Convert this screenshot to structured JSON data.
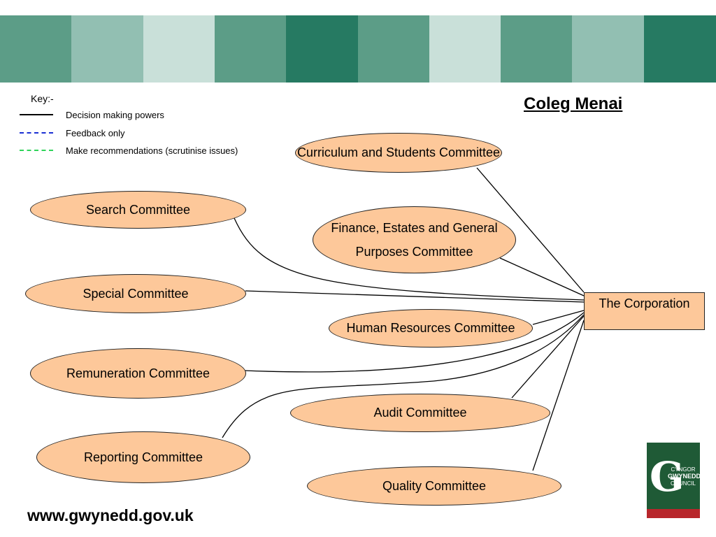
{
  "banner": {
    "colors": [
      "#5c9d87",
      "#92bfb2",
      "#c9e0d9",
      "#5c9d87",
      "#267a62",
      "#5c9d87",
      "#c9e0d9",
      "#5c9d87",
      "#92bfb2",
      "#267a62"
    ]
  },
  "key": {
    "title": "Key:-",
    "items": [
      {
        "label": "Decision making powers",
        "style": "solid",
        "color": "#000000"
      },
      {
        "label": "Feedback only",
        "style": "dashed",
        "color": "#1a2fd4"
      },
      {
        "label": "Make recommendations (scrutinise issues)",
        "style": "dashed",
        "color": "#2fd45a"
      }
    ]
  },
  "title": "Coleg Menai",
  "corporation": "The Corporation",
  "committees": {
    "curriculum": "Curriculum and Students Committee",
    "search": "Search Committee",
    "finance_line1": "Finance, Estates and General",
    "finance_line2": "Purposes Committee",
    "special": "Special Committee",
    "hr": "Human Resources Committee",
    "remuneration": "Remuneration Committee",
    "audit": "Audit Committee",
    "reporting": "Reporting Committee",
    "quality": "Quality Committee"
  },
  "website": "www.gwynedd.gov.uk",
  "logo": {
    "line1": "CYNGOR",
    "line2": "GWYNEDD",
    "line3": "COUNCIL"
  }
}
